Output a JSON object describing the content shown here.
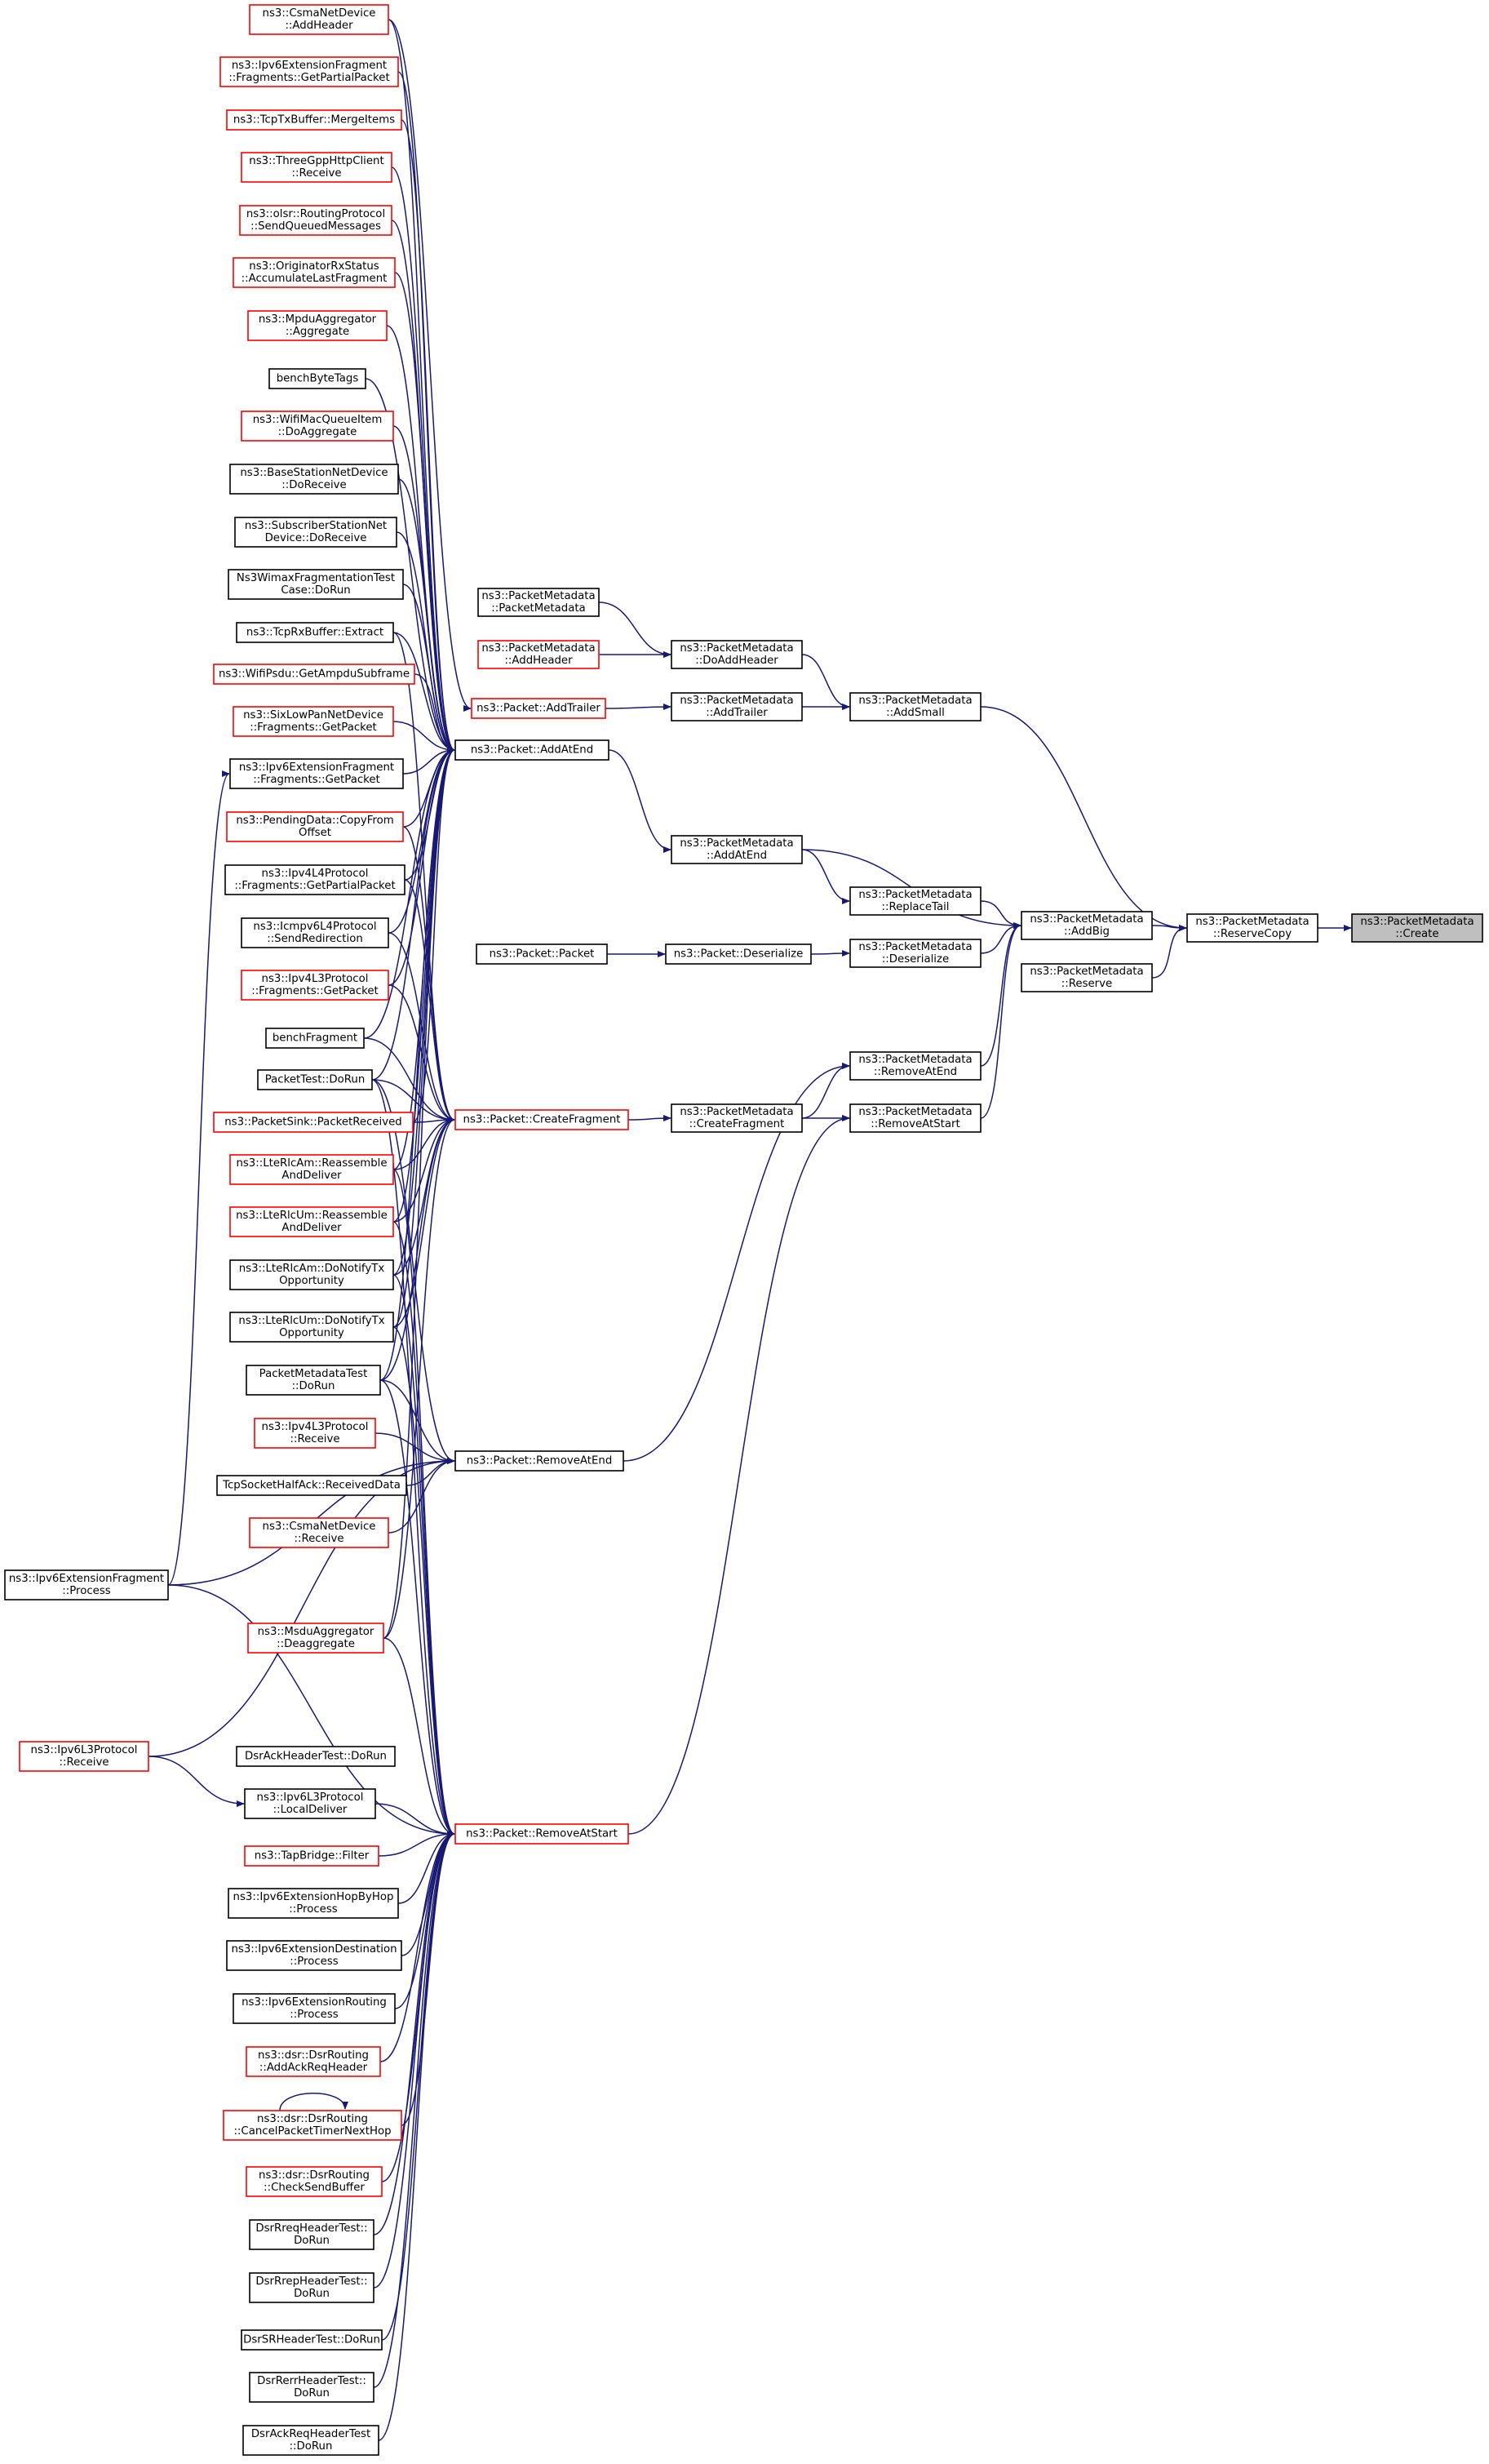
{
  "graph": {
    "title": "",
    "arrow_color": "#191970",
    "focus_fill": "#bfbfbf",
    "link_border_colors": {
      "normal": "#000000",
      "external": "#ff0000"
    },
    "nodes": [
      {
        "id": "create",
        "lines": [
          "ns3::PacketMetadata",
          "::Create"
        ],
        "style": "focus"
      },
      {
        "id": "reserveCopy",
        "lines": [
          "ns3::PacketMetadata",
          "::ReserveCopy"
        ],
        "style": "normal"
      },
      {
        "id": "addSmall",
        "lines": [
          "ns3::PacketMetadata",
          "::AddSmall"
        ],
        "style": "normal"
      },
      {
        "id": "addBig",
        "lines": [
          "ns3::PacketMetadata",
          "::AddBig"
        ],
        "style": "normal"
      },
      {
        "id": "reserve",
        "lines": [
          "ns3::PacketMetadata",
          "::Reserve"
        ],
        "style": "normal"
      },
      {
        "id": "pmDoAddHeader",
        "lines": [
          "ns3::PacketMetadata",
          "::DoAddHeader"
        ],
        "style": "normal"
      },
      {
        "id": "pmAddTrailer",
        "lines": [
          "ns3::PacketMetadata",
          "::AddTrailer"
        ],
        "style": "normal"
      },
      {
        "id": "pmCtor",
        "lines": [
          "ns3::PacketMetadata",
          "::PacketMetadata"
        ],
        "style": "normal"
      },
      {
        "id": "pmAddHeader",
        "lines": [
          "ns3::PacketMetadata",
          "::AddHeader"
        ],
        "style": "external"
      },
      {
        "id": "pkAddTrailer",
        "lines": [
          "ns3::Packet::AddTrailer"
        ],
        "style": "external"
      },
      {
        "id": "pmAddAtEnd",
        "lines": [
          "ns3::PacketMetadata",
          "::AddAtEnd"
        ],
        "style": "normal"
      },
      {
        "id": "pmReplaceTail",
        "lines": [
          "ns3::PacketMetadata",
          "::ReplaceTail"
        ],
        "style": "normal"
      },
      {
        "id": "pmDeserialize",
        "lines": [
          "ns3::PacketMetadata",
          "::Deserialize"
        ],
        "style": "normal"
      },
      {
        "id": "pmRemoveAtEnd",
        "lines": [
          "ns3::PacketMetadata",
          "::RemoveAtEnd"
        ],
        "style": "normal"
      },
      {
        "id": "pmRemoveAtStart",
        "lines": [
          "ns3::PacketMetadata",
          "::RemoveAtStart"
        ],
        "style": "normal"
      },
      {
        "id": "pmCreateFragment",
        "lines": [
          "ns3::PacketMetadata",
          "::CreateFragment"
        ],
        "style": "normal"
      },
      {
        "id": "pkDeserialize",
        "lines": [
          "ns3::Packet::Deserialize"
        ],
        "style": "normal"
      },
      {
        "id": "pkPacket",
        "lines": [
          "ns3::Packet::Packet"
        ],
        "style": "normal"
      },
      {
        "id": "pkAddAtEnd",
        "lines": [
          "ns3::Packet::AddAtEnd"
        ],
        "style": "normal"
      },
      {
        "id": "pkCreateFragment",
        "lines": [
          "ns3::Packet::CreateFragment"
        ],
        "style": "external"
      },
      {
        "id": "pkRemoveAtEnd",
        "lines": [
          "ns3::Packet::RemoveAtEnd"
        ],
        "style": "normal"
      },
      {
        "id": "pkRemoveAtStart",
        "lines": [
          "ns3::Packet::RemoveAtStart"
        ],
        "style": "external"
      },
      {
        "id": "csmaAddHeader",
        "lines": [
          "ns3::CsmaNetDevice",
          "::AddHeader"
        ],
        "style": "external"
      },
      {
        "id": "ipv6FragGetPartial",
        "lines": [
          "ns3::Ipv6ExtensionFragment",
          "::Fragments::GetPartialPacket"
        ],
        "style": "external"
      },
      {
        "id": "tcpTxMerge",
        "lines": [
          "ns3::TcpTxBuffer::MergeItems"
        ],
        "style": "external"
      },
      {
        "id": "threeGpp",
        "lines": [
          "ns3::ThreeGppHttpClient",
          "::Receive"
        ],
        "style": "external"
      },
      {
        "id": "olsr",
        "lines": [
          "ns3::olsr::RoutingProtocol",
          "::SendQueuedMessages"
        ],
        "style": "external"
      },
      {
        "id": "originator",
        "lines": [
          "ns3::OriginatorRxStatus",
          "::AccumulateLastFragment"
        ],
        "style": "external"
      },
      {
        "id": "mpdu",
        "lines": [
          "ns3::MpduAggregator",
          "::Aggregate"
        ],
        "style": "external"
      },
      {
        "id": "benchByteTags",
        "lines": [
          "benchByteTags"
        ],
        "style": "normal"
      },
      {
        "id": "wifiMacQueue",
        "lines": [
          "ns3::WifiMacQueueItem",
          "::DoAggregate"
        ],
        "style": "external"
      },
      {
        "id": "baseStation",
        "lines": [
          "ns3::BaseStationNetDevice",
          "::DoReceive"
        ],
        "style": "normal"
      },
      {
        "id": "subscriber",
        "lines": [
          "ns3::SubscriberStationNet",
          "Device::DoReceive"
        ],
        "style": "normal"
      },
      {
        "id": "wimaxFrag",
        "lines": [
          "Ns3WimaxFragmentationTest",
          "Case::DoRun"
        ],
        "style": "normal"
      },
      {
        "id": "tcpRxExtract",
        "lines": [
          "ns3::TcpRxBuffer::Extract"
        ],
        "style": "normal"
      },
      {
        "id": "wifiPsdu",
        "lines": [
          "ns3::WifiPsdu::GetAmpduSubframe"
        ],
        "style": "external"
      },
      {
        "id": "sixLow",
        "lines": [
          "ns3::SixLowPanNetDevice",
          "::Fragments::GetPacket"
        ],
        "style": "external"
      },
      {
        "id": "ipv6FragGetPacket",
        "lines": [
          "ns3::Ipv6ExtensionFragment",
          "::Fragments::GetPacket"
        ],
        "style": "normal"
      },
      {
        "id": "pendingData",
        "lines": [
          "ns3::PendingData::CopyFrom",
          "Offset"
        ],
        "style": "external"
      },
      {
        "id": "ipv4FragGetPartial",
        "lines": [
          "ns3::Ipv4L4Protocol",
          "::Fragments::GetPartialPacket"
        ],
        "style": "normal"
      },
      {
        "id": "icmpv6",
        "lines": [
          "ns3::Icmpv6L4Protocol",
          "::SendRedirection"
        ],
        "style": "normal"
      },
      {
        "id": "ipv4FragGetPacket",
        "lines": [
          "ns3::Ipv4L3Protocol",
          "::Fragments::GetPacket"
        ],
        "style": "external"
      },
      {
        "id": "benchFragment",
        "lines": [
          "benchFragment"
        ],
        "style": "normal"
      },
      {
        "id": "packetTest",
        "lines": [
          "PacketTest::DoRun"
        ],
        "style": "normal"
      },
      {
        "id": "packetSink",
        "lines": [
          "ns3::PacketSink::PacketReceived"
        ],
        "style": "external"
      },
      {
        "id": "lteAm",
        "lines": [
          "ns3::LteRlcAm::Reassemble",
          "AndDeliver"
        ],
        "style": "external"
      },
      {
        "id": "lteUm",
        "lines": [
          "ns3::LteRlcUm::Reassemble",
          "AndDeliver"
        ],
        "style": "external"
      },
      {
        "id": "lteAmTx",
        "lines": [
          "ns3::LteRlcAm::DoNotifyTx",
          "Opportunity"
        ],
        "style": "normal"
      },
      {
        "id": "lteUmTx",
        "lines": [
          "ns3::LteRlcUm::DoNotifyTx",
          "Opportunity"
        ],
        "style": "normal"
      },
      {
        "id": "pmTest",
        "lines": [
          "PacketMetadataTest",
          "::DoRun"
        ],
        "style": "normal"
      },
      {
        "id": "ipv4Recv",
        "lines": [
          "ns3::Ipv4L3Protocol",
          "::Receive"
        ],
        "style": "external"
      },
      {
        "id": "tcpHalf",
        "lines": [
          "TcpSocketHalfAck::ReceivedData"
        ],
        "style": "normal"
      },
      {
        "id": "csmaRecv",
        "lines": [
          "ns3::CsmaNetDevice",
          "::Receive"
        ],
        "style": "external"
      },
      {
        "id": "ipv6FragProcess",
        "lines": [
          "ns3::Ipv6ExtensionFragment",
          "::Process"
        ],
        "style": "normal"
      },
      {
        "id": "msdu",
        "lines": [
          "ns3::MsduAggregator",
          "::Deaggregate"
        ],
        "style": "external"
      },
      {
        "id": "ipv6Recv",
        "lines": [
          "ns3::Ipv6L3Protocol",
          "::Receive"
        ],
        "style": "external"
      },
      {
        "id": "dsrAckHeader",
        "lines": [
          "DsrAckHeaderTest::DoRun"
        ],
        "style": "normal"
      },
      {
        "id": "ipv6Local",
        "lines": [
          "ns3::Ipv6L3Protocol",
          "::LocalDeliver"
        ],
        "style": "normal"
      },
      {
        "id": "tapFilter",
        "lines": [
          "ns3::TapBridge::Filter"
        ],
        "style": "external"
      },
      {
        "id": "hopByHop",
        "lines": [
          "ns3::Ipv6ExtensionHopByHop",
          "::Process"
        ],
        "style": "normal"
      },
      {
        "id": "destination",
        "lines": [
          "ns3::Ipv6ExtensionDestination",
          "::Process"
        ],
        "style": "normal"
      },
      {
        "id": "routing",
        "lines": [
          "ns3::Ipv6ExtensionRouting",
          "::Process"
        ],
        "style": "normal"
      },
      {
        "id": "dsrAddAck",
        "lines": [
          "ns3::dsr::DsrRouting",
          "::AddAckReqHeader"
        ],
        "style": "external"
      },
      {
        "id": "dsrCancel",
        "lines": [
          "ns3::dsr::DsrRouting",
          "::CancelPacketTimerNextHop"
        ],
        "style": "external"
      },
      {
        "id": "dsrCheck",
        "lines": [
          "ns3::dsr::DsrRouting",
          "::CheckSendBuffer"
        ],
        "style": "external"
      },
      {
        "id": "dsrRreq",
        "lines": [
          "DsrRreqHeaderTest::",
          "DoRun"
        ],
        "style": "normal"
      },
      {
        "id": "dsrRrep",
        "lines": [
          "DsrRrepHeaderTest::",
          "DoRun"
        ],
        "style": "normal"
      },
      {
        "id": "dsrSR",
        "lines": [
          "DsrSRHeaderTest::DoRun"
        ],
        "style": "normal"
      },
      {
        "id": "dsrRerr",
        "lines": [
          "DsrRerrHeaderTest::",
          "DoRun"
        ],
        "style": "normal"
      },
      {
        "id": "dsrAckReq",
        "lines": [
          "DsrAckReqHeaderTest",
          "::DoRun"
        ],
        "style": "normal"
      }
    ],
    "edges": [
      [
        "reserveCopy",
        "create"
      ],
      [
        "addSmall",
        "reserveCopy"
      ],
      [
        "addBig",
        "reserveCopy"
      ],
      [
        "reserve",
        "reserveCopy"
      ],
      [
        "pmDoAddHeader",
        "addSmall"
      ],
      [
        "pmAddTrailer",
        "addSmall"
      ],
      [
        "pmCtor",
        "pmDoAddHeader"
      ],
      [
        "pmAddHeader",
        "pmDoAddHeader"
      ],
      [
        "pkAddTrailer",
        "pmAddTrailer"
      ],
      [
        "pmAddAtEnd",
        "addBig"
      ],
      [
        "pmReplaceTail",
        "addBig"
      ],
      [
        "pmDeserialize",
        "addBig"
      ],
      [
        "pmRemoveAtEnd",
        "addBig"
      ],
      [
        "pmRemoveAtStart",
        "addBig"
      ],
      [
        "pmAddAtEnd",
        "pmReplaceTail"
      ],
      [
        "pkDeserialize",
        "pmDeserialize"
      ],
      [
        "pkPacket",
        "pkDeserialize"
      ],
      [
        "pmCreateFragment",
        "pmRemoveAtEnd"
      ],
      [
        "pmCreateFragment",
        "pmRemoveAtStart"
      ],
      [
        "pkAddAtEnd",
        "pmAddAtEnd"
      ],
      [
        "pkCreateFragment",
        "pmCreateFragment"
      ],
      [
        "pkRemoveAtEnd",
        "pmRemoveAtEnd"
      ],
      [
        "pkRemoveAtStart",
        "pmRemoveAtStart"
      ],
      [
        "csmaAddHeader",
        "pkAddTrailer"
      ],
      [
        "csmaAddHeader",
        "pkAddAtEnd"
      ],
      [
        "ipv6FragGetPartial",
        "pkAddAtEnd"
      ],
      [
        "tcpTxMerge",
        "pkAddAtEnd"
      ],
      [
        "threeGpp",
        "pkAddAtEnd"
      ],
      [
        "olsr",
        "pkAddAtEnd"
      ],
      [
        "originator",
        "pkAddAtEnd"
      ],
      [
        "mpdu",
        "pkAddAtEnd"
      ],
      [
        "benchByteTags",
        "pkAddAtEnd"
      ],
      [
        "wifiMacQueue",
        "pkAddAtEnd"
      ],
      [
        "baseStation",
        "pkAddAtEnd"
      ],
      [
        "subscriber",
        "pkAddAtEnd"
      ],
      [
        "wimaxFrag",
        "pkAddAtEnd"
      ],
      [
        "tcpRxExtract",
        "pkAddAtEnd"
      ],
      [
        "wifiPsdu",
        "pkAddAtEnd"
      ],
      [
        "sixLow",
        "pkAddAtEnd"
      ],
      [
        "ipv6FragGetPacket",
        "pkAddAtEnd"
      ],
      [
        "pendingData",
        "pkAddAtEnd"
      ],
      [
        "ipv4FragGetPartial",
        "pkAddAtEnd"
      ],
      [
        "icmpv6",
        "pkAddAtEnd"
      ],
      [
        "ipv4FragGetPacket",
        "pkAddAtEnd"
      ],
      [
        "benchFragment",
        "pkAddAtEnd"
      ],
      [
        "packetTest",
        "pkAddAtEnd"
      ],
      [
        "packetSink",
        "pkAddAtEnd"
      ],
      [
        "lteAm",
        "pkAddAtEnd"
      ],
      [
        "lteUm",
        "pkAddAtEnd"
      ],
      [
        "lteAmTx",
        "pkAddAtEnd"
      ],
      [
        "lteUmTx",
        "pkAddAtEnd"
      ],
      [
        "pmTest",
        "pkAddAtEnd"
      ],
      [
        "msdu",
        "pkAddAtEnd"
      ],
      [
        "ipv6FragProcess",
        "ipv6FragGetPacket"
      ],
      [
        "tcpRxExtract",
        "pkCreateFragment"
      ],
      [
        "pendingData",
        "pkCreateFragment"
      ],
      [
        "ipv4FragGetPartial",
        "pkCreateFragment"
      ],
      [
        "icmpv6",
        "pkCreateFragment"
      ],
      [
        "ipv4FragGetPacket",
        "pkCreateFragment"
      ],
      [
        "benchFragment",
        "pkCreateFragment"
      ],
      [
        "packetTest",
        "pkCreateFragment"
      ],
      [
        "packetSink",
        "pkCreateFragment"
      ],
      [
        "lteAm",
        "pkCreateFragment"
      ],
      [
        "lteUm",
        "pkCreateFragment"
      ],
      [
        "lteAmTx",
        "pkCreateFragment"
      ],
      [
        "lteUmTx",
        "pkCreateFragment"
      ],
      [
        "pmTest",
        "pkCreateFragment"
      ],
      [
        "msdu",
        "pkCreateFragment"
      ],
      [
        "packetTest",
        "pkRemoveAtEnd"
      ],
      [
        "pmTest",
        "pkRemoveAtEnd"
      ],
      [
        "ipv4Recv",
        "pkRemoveAtEnd"
      ],
      [
        "tcpHalf",
        "pkRemoveAtEnd"
      ],
      [
        "csmaRecv",
        "pkRemoveAtEnd"
      ],
      [
        "ipv6FragProcess",
        "pkRemoveAtEnd"
      ],
      [
        "ipv6Recv",
        "pkRemoveAtEnd"
      ],
      [
        "lteAm",
        "pkRemoveAtStart"
      ],
      [
        "lteUm",
        "pkRemoveAtStart"
      ],
      [
        "lteAmTx",
        "pkRemoveAtStart"
      ],
      [
        "lteUmTx",
        "pkRemoveAtStart"
      ],
      [
        "pmTest",
        "pkRemoveAtStart"
      ],
      [
        "packetTest",
        "pkRemoveAtStart"
      ],
      [
        "ipv6FragProcess",
        "pkRemoveAtStart"
      ],
      [
        "msdu",
        "pkRemoveAtStart"
      ],
      [
        "ipv6Recv",
        "ipv6Local"
      ],
      [
        "ipv6Local",
        "pkRemoveAtStart"
      ],
      [
        "tapFilter",
        "pkRemoveAtStart"
      ],
      [
        "hopByHop",
        "pkRemoveAtStart"
      ],
      [
        "destination",
        "pkRemoveAtStart"
      ],
      [
        "routing",
        "pkRemoveAtStart"
      ],
      [
        "dsrAddAck",
        "pkRemoveAtStart"
      ],
      [
        "dsrCancel",
        "pkRemoveAtStart"
      ],
      [
        "dsrCancel",
        "dsrCancel"
      ],
      [
        "dsrCheck",
        "pkRemoveAtStart"
      ],
      [
        "dsrRreq",
        "pkRemoveAtStart"
      ],
      [
        "dsrRrep",
        "pkRemoveAtStart"
      ],
      [
        "dsrSR",
        "pkRemoveAtStart"
      ],
      [
        "dsrRerr",
        "pkRemoveAtStart"
      ],
      [
        "dsrAckReq",
        "pkRemoveAtStart"
      ]
    ]
  }
}
